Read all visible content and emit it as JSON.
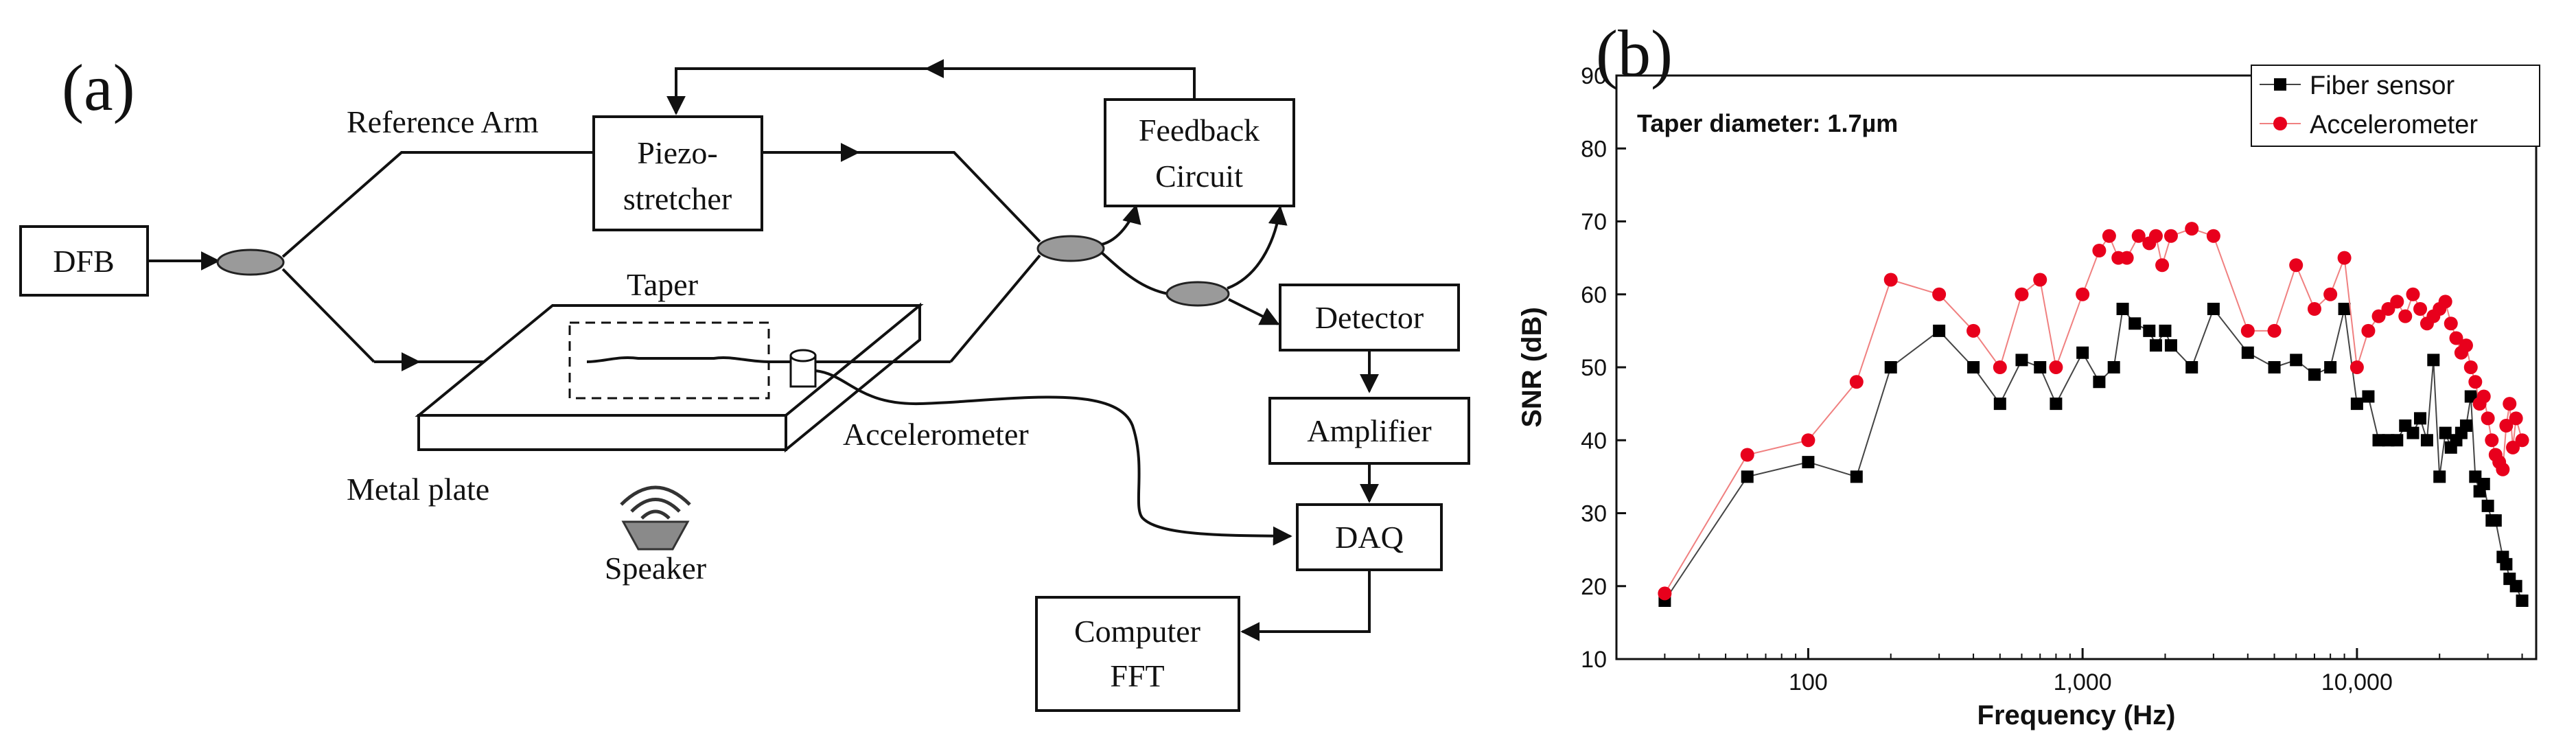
{
  "panel_a": {
    "label": "(a)",
    "labels": {
      "reference_arm": "Reference Arm",
      "dfb": "DFB",
      "piezo_line1": "Piezo-",
      "piezo_line2": "stretcher",
      "feedback_line1": "Feedback",
      "feedback_line2": "Circuit",
      "taper": "Taper",
      "detector": "Detector",
      "amplifier": "Amplifier",
      "accelerometer": "Accelerometer",
      "metal_plate": "Metal plate",
      "speaker": "Speaker",
      "daq": "DAQ",
      "computer_line1": "Computer",
      "computer_line2": "FFT"
    }
  },
  "panel_b": {
    "label": "(b)",
    "annotation": "Taper diameter: 1.7µm"
  },
  "chart_data": {
    "type": "scatter",
    "xlabel": "Frequency (Hz)",
    "ylabel": "SNR (dB)",
    "x_scale": "log",
    "xlim": [
      20,
      45000
    ],
    "ylim": [
      10,
      90
    ],
    "x_ticks": [
      {
        "value": 100,
        "label": "100"
      },
      {
        "value": 1000,
        "label": "1,000"
      },
      {
        "value": 10000,
        "label": "10,000"
      }
    ],
    "y_ticks": [
      10,
      20,
      30,
      40,
      50,
      60,
      70,
      80,
      90
    ],
    "grid": false,
    "legend": "top-right",
    "series": [
      {
        "name": "Fiber sensor",
        "color": "#000000",
        "marker": "square",
        "points": [
          [
            30,
            18
          ],
          [
            60,
            35
          ],
          [
            100,
            37
          ],
          [
            150,
            35
          ],
          [
            200,
            50
          ],
          [
            300,
            55
          ],
          [
            400,
            50
          ],
          [
            500,
            45
          ],
          [
            600,
            51
          ],
          [
            700,
            50
          ],
          [
            800,
            45
          ],
          [
            1000,
            52
          ],
          [
            1150,
            48
          ],
          [
            1300,
            50
          ],
          [
            1400,
            58
          ],
          [
            1550,
            56
          ],
          [
            1750,
            55
          ],
          [
            1850,
            53
          ],
          [
            2000,
            55
          ],
          [
            2100,
            53
          ],
          [
            2500,
            50
          ],
          [
            3000,
            58
          ],
          [
            4000,
            52
          ],
          [
            5000,
            50
          ],
          [
            6000,
            51
          ],
          [
            7000,
            49
          ],
          [
            8000,
            50
          ],
          [
            9000,
            58
          ],
          [
            10000,
            45
          ],
          [
            11000,
            46
          ],
          [
            12000,
            40
          ],
          [
            13000,
            40
          ],
          [
            14000,
            40
          ],
          [
            15000,
            42
          ],
          [
            16000,
            41
          ],
          [
            17000,
            43
          ],
          [
            18000,
            40
          ],
          [
            19000,
            51
          ],
          [
            20000,
            35
          ],
          [
            21000,
            41
          ],
          [
            22000,
            39
          ],
          [
            23000,
            40
          ],
          [
            24000,
            41
          ],
          [
            25000,
            42
          ],
          [
            26000,
            46
          ],
          [
            27000,
            35
          ],
          [
            28000,
            33
          ],
          [
            29000,
            34
          ],
          [
            30000,
            31
          ],
          [
            31000,
            29
          ],
          [
            32000,
            29
          ],
          [
            34000,
            24
          ],
          [
            35000,
            23
          ],
          [
            36000,
            21
          ],
          [
            38000,
            20
          ],
          [
            40000,
            18
          ]
        ]
      },
      {
        "name": "Accelerometer",
        "color": "#e8001c",
        "marker": "circle",
        "points": [
          [
            30,
            19
          ],
          [
            60,
            38
          ],
          [
            100,
            40
          ],
          [
            150,
            48
          ],
          [
            200,
            62
          ],
          [
            300,
            60
          ],
          [
            400,
            55
          ],
          [
            500,
            50
          ],
          [
            600,
            60
          ],
          [
            700,
            62
          ],
          [
            800,
            50
          ],
          [
            1000,
            60
          ],
          [
            1150,
            66
          ],
          [
            1250,
            68
          ],
          [
            1350,
            65
          ],
          [
            1450,
            65
          ],
          [
            1600,
            68
          ],
          [
            1750,
            67
          ],
          [
            1850,
            68
          ],
          [
            1950,
            64
          ],
          [
            2100,
            68
          ],
          [
            2500,
            69
          ],
          [
            3000,
            68
          ],
          [
            4000,
            55
          ],
          [
            5000,
            55
          ],
          [
            6000,
            64
          ],
          [
            7000,
            58
          ],
          [
            8000,
            60
          ],
          [
            9000,
            65
          ],
          [
            10000,
            50
          ],
          [
            11000,
            55
          ],
          [
            12000,
            57
          ],
          [
            13000,
            58
          ],
          [
            14000,
            59
          ],
          [
            15000,
            57
          ],
          [
            16000,
            60
          ],
          [
            17000,
            58
          ],
          [
            18000,
            56
          ],
          [
            19000,
            57
          ],
          [
            20000,
            58
          ],
          [
            21000,
            59
          ],
          [
            22000,
            56
          ],
          [
            23000,
            54
          ],
          [
            24000,
            52
          ],
          [
            25000,
            53
          ],
          [
            26000,
            50
          ],
          [
            27000,
            48
          ],
          [
            28000,
            45
          ],
          [
            29000,
            46
          ],
          [
            30000,
            43
          ],
          [
            31000,
            40
          ],
          [
            32000,
            38
          ],
          [
            33000,
            37
          ],
          [
            34000,
            36
          ],
          [
            35000,
            42
          ],
          [
            36000,
            45
          ],
          [
            37000,
            39
          ],
          [
            38000,
            43
          ],
          [
            40000,
            40
          ]
        ]
      }
    ]
  }
}
